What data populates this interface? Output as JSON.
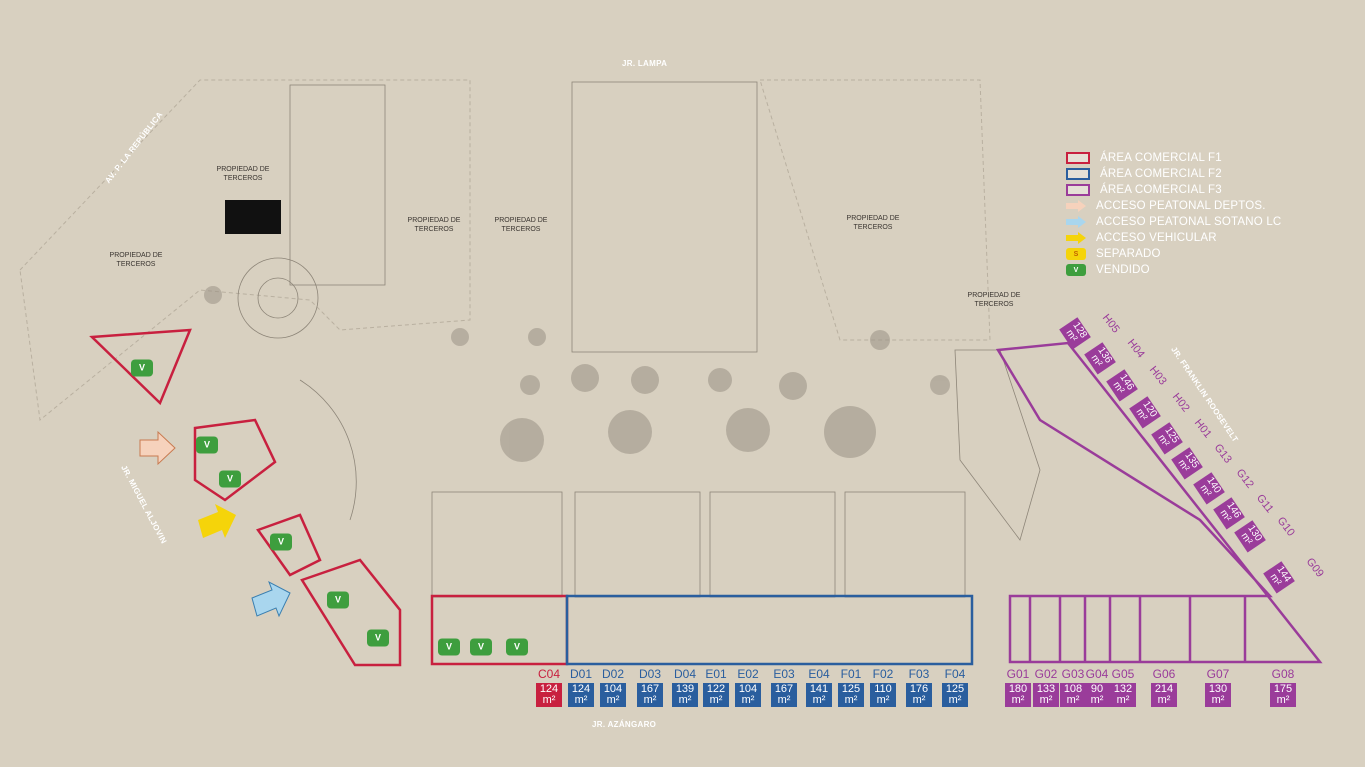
{
  "streets": {
    "north": "JR. LAMPA",
    "northwest": "AV. P. LA REPÚBLICA",
    "west": "JR. MIGUEL ALJOVIN",
    "east": "JR. FRANKLIN ROOSEVELT",
    "south": "JR. AZÁNGARO"
  },
  "third_party_label": "PROPIEDAD\nDE TERCEROS",
  "third_party": [
    "PROPIEDAD DE TERCEROS",
    "PROPIEDAD DE TERCEROS",
    "PROPIEDAD DE TERCEROS",
    "PROPIEDAD DE TERCEROS",
    "PROPIEDAD DE TERCEROS",
    "PROPIEDAD DE TERCEROS"
  ],
  "legend": [
    {
      "label": "ÁREA COMERCIAL F1",
      "icon": "red-outline-box",
      "color": "#c8203f"
    },
    {
      "label": "ÁREA COMERCIAL F2",
      "icon": "blue-outline-box",
      "color": "#2a5e9e"
    },
    {
      "label": "ÁREA COMERCIAL F3",
      "icon": "purple-outline-box",
      "color": "#9a3c9a"
    },
    {
      "label": "ACCESO PEATONAL DEPTOS.",
      "icon": "peach-arrow",
      "color": "#f6d2bc"
    },
    {
      "label": "ACCESO PEATONAL SOTANO LC",
      "icon": "lightblue-arrow",
      "color": "#a9d6ee"
    },
    {
      "label": "ACCESO VEHICULAR",
      "icon": "yellow-arrow",
      "color": "#f5d40a"
    },
    {
      "label": "SEPARADO",
      "icon": "yellow-badge",
      "badge": "S",
      "color": "#f5d40a"
    },
    {
      "label": "VENDIDO",
      "icon": "green-badge",
      "badge": "V",
      "color": "#3e9e3e"
    }
  ],
  "sold_badge": "V",
  "area_unit": "m²",
  "units_bottom": [
    {
      "code": "C04",
      "area": "124",
      "zone": "F1"
    },
    {
      "code": "D01",
      "area": "124",
      "zone": "F2"
    },
    {
      "code": "D02",
      "area": "104",
      "zone": "F2"
    },
    {
      "code": "D03",
      "area": "167",
      "zone": "F2"
    },
    {
      "code": "D04",
      "area": "139",
      "zone": "F2"
    },
    {
      "code": "E01",
      "area": "122",
      "zone": "F2"
    },
    {
      "code": "E02",
      "area": "104",
      "zone": "F2"
    },
    {
      "code": "E03",
      "area": "167",
      "zone": "F2"
    },
    {
      "code": "E04",
      "area": "141",
      "zone": "F2"
    },
    {
      "code": "F01",
      "area": "125",
      "zone": "F2"
    },
    {
      "code": "F02",
      "area": "110",
      "zone": "F2"
    },
    {
      "code": "F03",
      "area": "176",
      "zone": "F2"
    },
    {
      "code": "F04",
      "area": "125",
      "zone": "F2"
    },
    {
      "code": "G01",
      "area": "180",
      "zone": "F3"
    },
    {
      "code": "G02",
      "area": "133",
      "zone": "F3"
    },
    {
      "code": "G03",
      "area": "108",
      "zone": "F3"
    },
    {
      "code": "G04",
      "area": "90",
      "zone": "F3"
    },
    {
      "code": "G05",
      "area": "132",
      "zone": "F3"
    },
    {
      "code": "G06",
      "area": "214",
      "zone": "F3"
    },
    {
      "code": "G07",
      "area": "130",
      "zone": "F3"
    },
    {
      "code": "G08",
      "area": "175",
      "zone": "F3"
    }
  ],
  "units_diagonal": [
    {
      "code": "H05",
      "area": "128"
    },
    {
      "code": "H04",
      "area": "136"
    },
    {
      "code": "H03",
      "area": "146"
    },
    {
      "code": "H02",
      "area": "120"
    },
    {
      "code": "H01",
      "area": "125"
    },
    {
      "code": "G13",
      "area": "135"
    },
    {
      "code": "G12",
      "area": "140"
    },
    {
      "code": "G11",
      "area": "146"
    },
    {
      "code": "G10",
      "area": "130"
    },
    {
      "code": "G09",
      "area": "144"
    }
  ]
}
